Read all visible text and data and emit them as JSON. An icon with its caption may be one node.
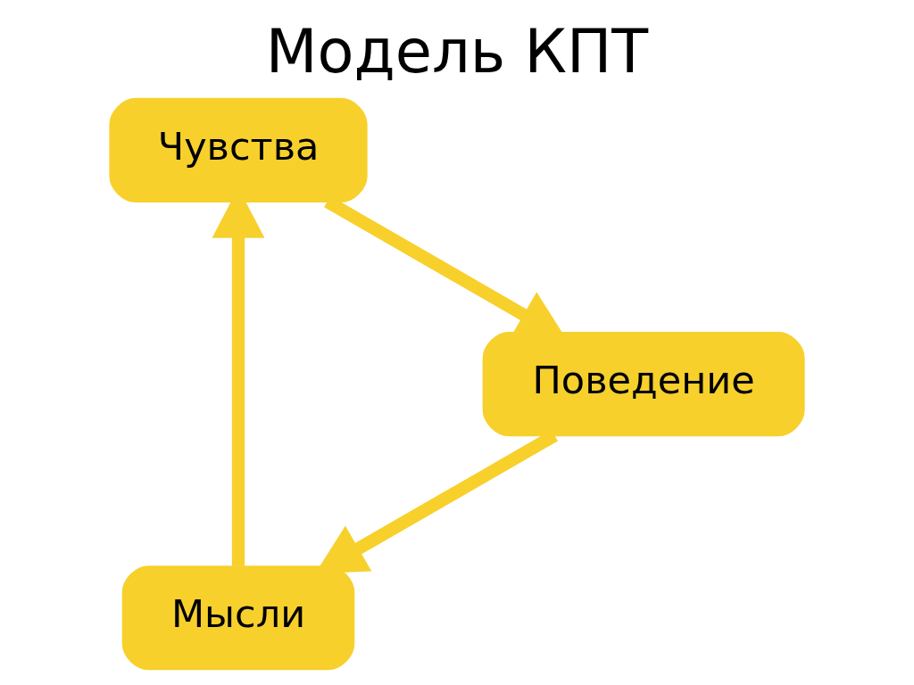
{
  "diagram": {
    "title": "Модель КПТ",
    "nodes": [
      {
        "text": [
          "Мысли"
        ]
      },
      {
        "text": [
          "Чувства"
        ]
      },
      {
        "text": [
          "Поведение"
        ]
      }
    ],
    "edges": [
      {
        "from": 0,
        "to": 1,
        "arrow": "to"
      },
      {
        "from": 1,
        "to": 2,
        "arrow": "to"
      },
      {
        "from": 2,
        "to": 0,
        "arrow": "to"
      }
    ]
  }
}
